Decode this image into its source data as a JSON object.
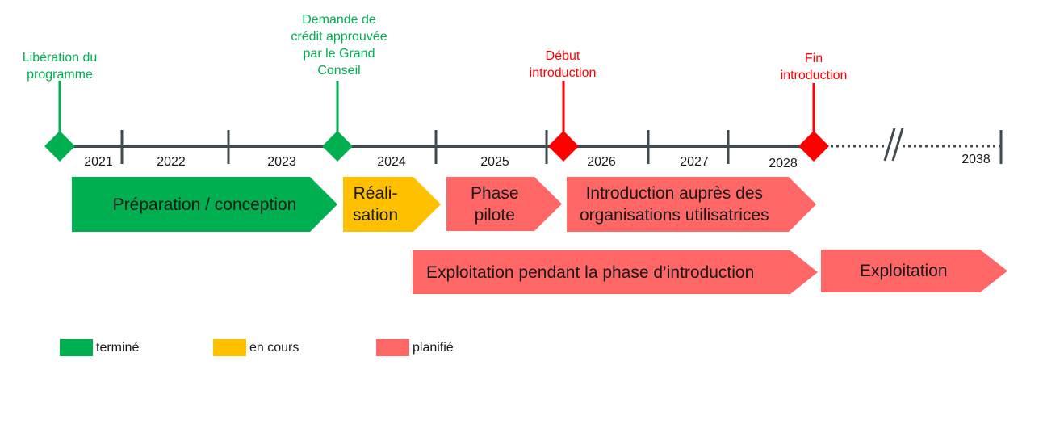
{
  "colors": {
    "done": "#00b050",
    "in_progress": "#ffc000",
    "planned": "#ff6666",
    "milestone_planned": "#ff0000",
    "axis": "#3f4a51"
  },
  "years": [
    "2021",
    "2022",
    "2023",
    "2024",
    "2025",
    "2026",
    "2027",
    "2028",
    "2038"
  ],
  "milestones": [
    {
      "label": [
        "Libération du",
        "programme"
      ],
      "status": "done"
    },
    {
      "label": [
        "Demande de",
        "crédit approuvée",
        "par le Grand",
        "Conseil"
      ],
      "status": "done"
    },
    {
      "label": [
        "Début",
        "introduction"
      ],
      "status": "planned"
    },
    {
      "label": [
        "Fin",
        "introduction"
      ],
      "status": "planned"
    }
  ],
  "phases": [
    {
      "label": "Préparation / conception",
      "status": "done"
    },
    {
      "label": "Réali-\nsation",
      "status": "in_progress"
    },
    {
      "label": "Phase\npilote",
      "status": "planned"
    },
    {
      "label": "Introduction auprès des\norganisations utilisatrices",
      "status": "planned"
    },
    {
      "label": "Exploitation pendant la phase d’introduction",
      "status": "planned"
    },
    {
      "label": "Exploitation",
      "status": "planned"
    }
  ],
  "legend": [
    {
      "label": "terminé",
      "status": "done"
    },
    {
      "label": "en cours",
      "status": "in_progress"
    },
    {
      "label": "planifié",
      "status": "planned"
    }
  ]
}
